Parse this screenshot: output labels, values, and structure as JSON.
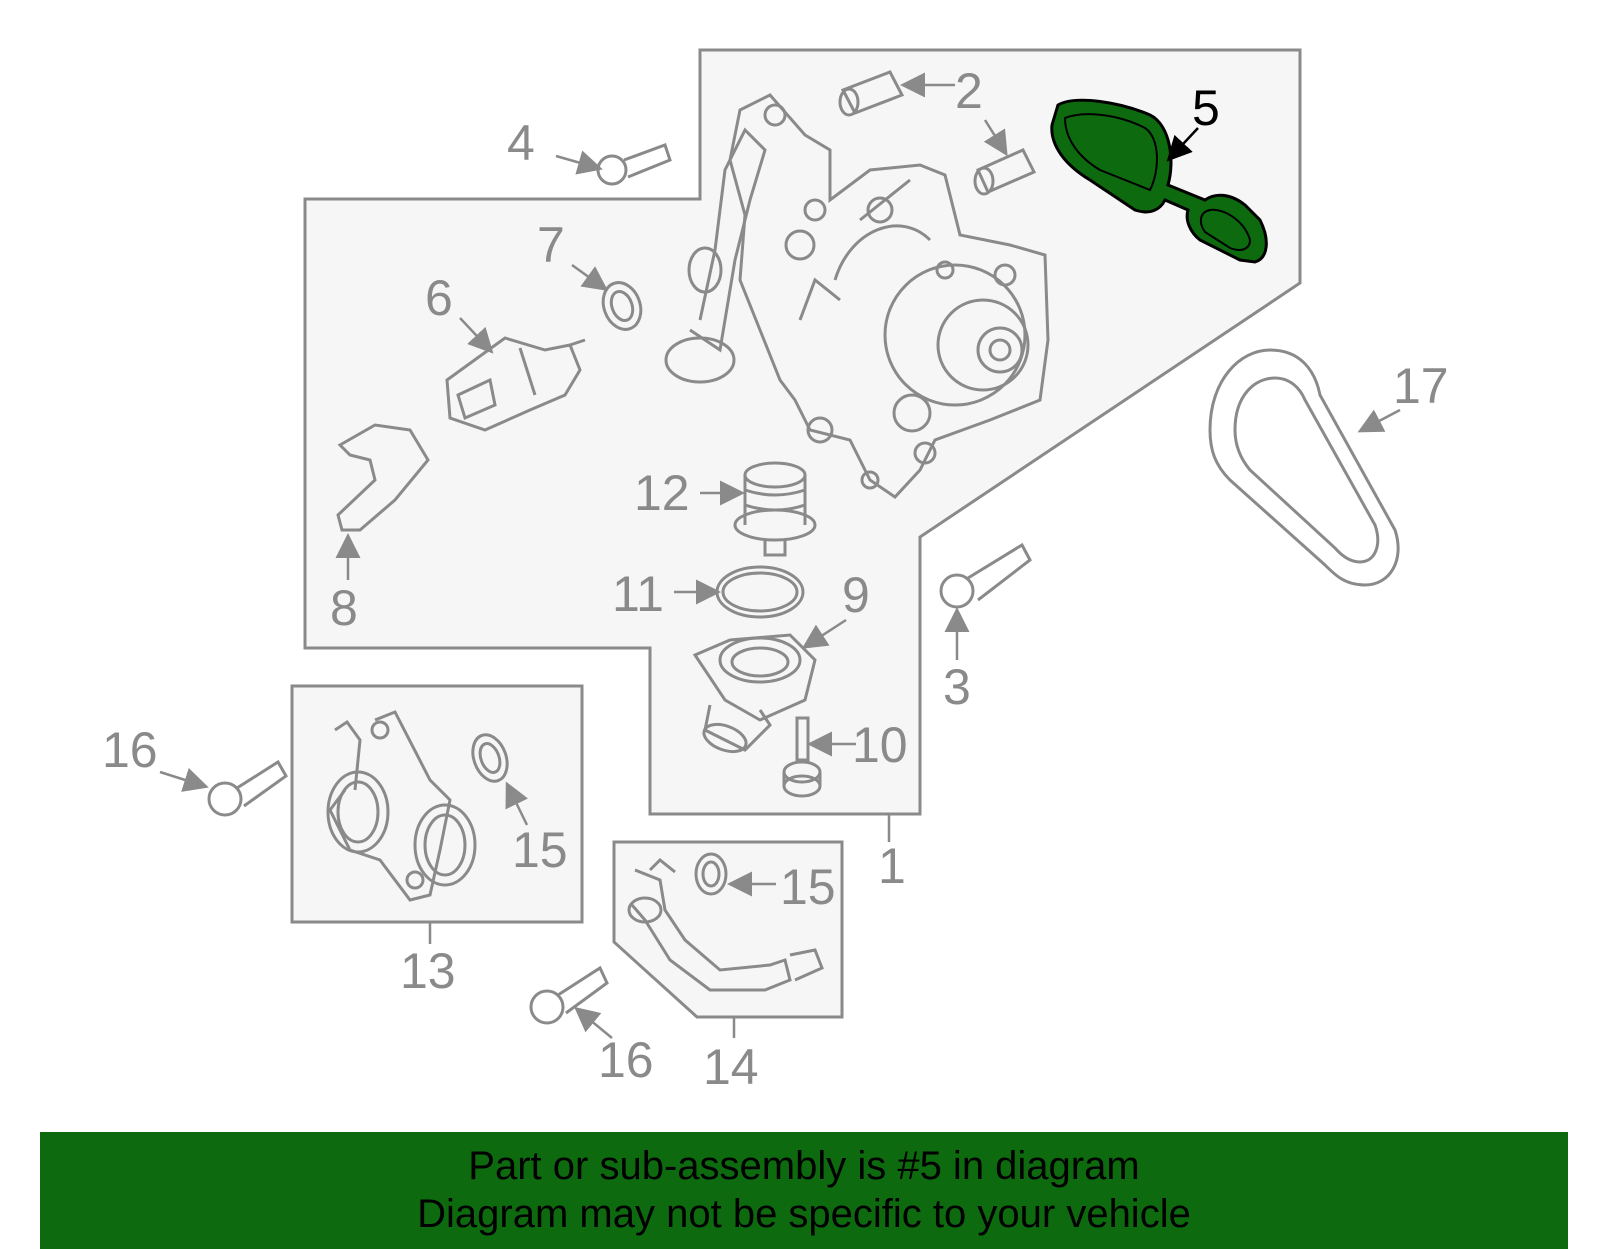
{
  "diagram": {
    "highlight_part": "5",
    "highlight_color": "#0e6a0e",
    "line_color": "#8a8a8a",
    "callouts": {
      "c1": "1",
      "c2": "2",
      "c3": "3",
      "c4": "4",
      "c5": "5",
      "c6": "6",
      "c7": "7",
      "c8": "8",
      "c9": "9",
      "c10": "10",
      "c11": "11",
      "c12": "12",
      "c13": "13",
      "c14": "14",
      "c15a": "15",
      "c15b": "15",
      "c16a": "16",
      "c16b": "16",
      "c17": "17"
    }
  },
  "banner": {
    "line1": "Part or sub-assembly is #5 in diagram",
    "line2": "Diagram may not be specific to your vehicle",
    "background": "#0e6a0e"
  }
}
